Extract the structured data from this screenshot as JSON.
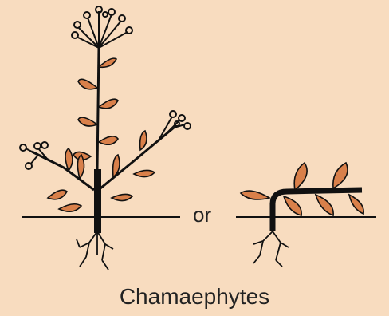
{
  "diagram": {
    "connector": "or",
    "caption": "Chamaephytes",
    "colors": {
      "background": "#f8dcbf",
      "leaf_fill": "#d9804a",
      "outline": "#111111"
    },
    "icons": [
      "upright-chamaephyte-plant",
      "creeping-chamaephyte-plant",
      "ground-line"
    ]
  }
}
